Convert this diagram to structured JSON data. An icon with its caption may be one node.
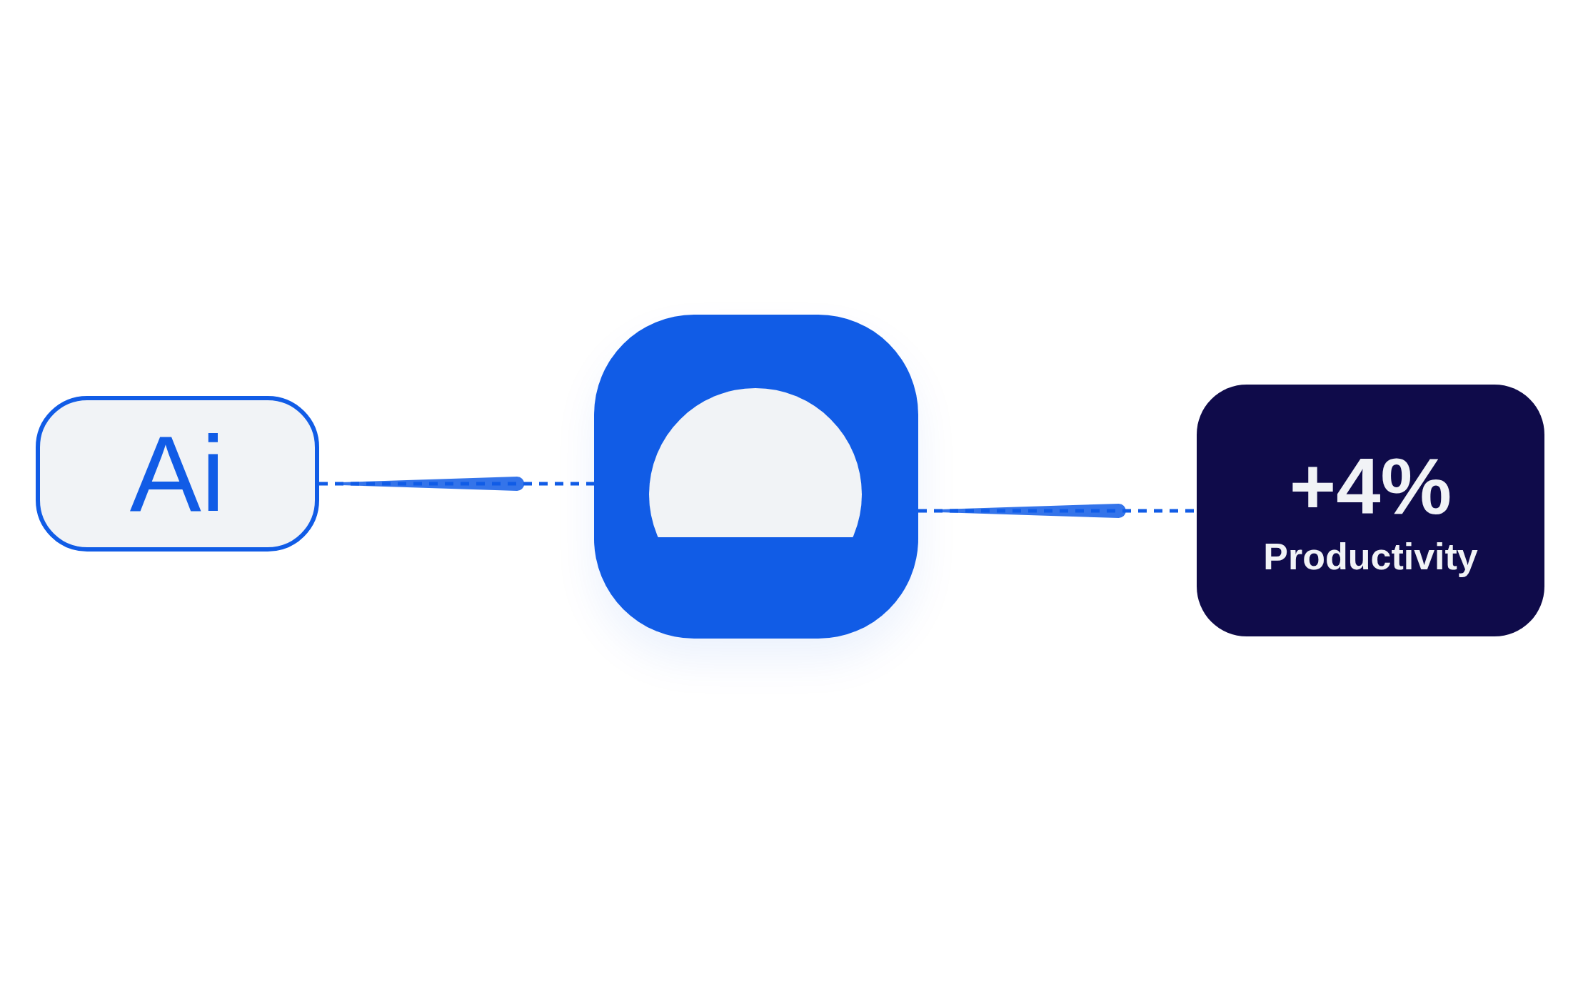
{
  "diagram": {
    "nodes": [
      {
        "text": [
          "Ai"
        ]
      },
      {
        "text": [],
        "shape": "box"
      },
      {
        "text": [
          "+4%",
          "Productivity"
        ]
      }
    ],
    "edges": [
      {
        "from": 0,
        "to": 1,
        "arrow": "none",
        "style": "dashed"
      },
      {
        "from": 1,
        "to": 2,
        "arrow": "none",
        "style": "dashed"
      }
    ]
  }
}
